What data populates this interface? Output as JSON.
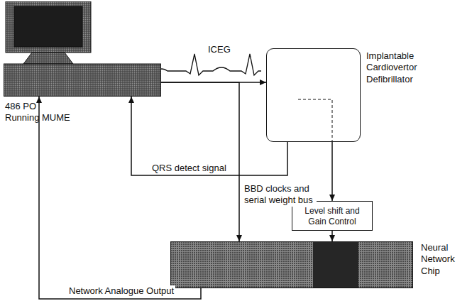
{
  "diagram": {
    "nodes": [
      {
        "text": [
          "486 PO Running MUME"
        ]
      },
      {
        "text": [
          "Implantable Cardiovertor Defibrillator"
        ]
      },
      {
        "text": [
          "Level shift and Gain Control"
        ]
      },
      {
        "text": [
          "Neural Network Chip"
        ]
      }
    ],
    "edges": [
      {
        "from": 0,
        "to": 1,
        "label": "ICEG",
        "arrow": "to"
      },
      {
        "from": 1,
        "to": 0,
        "label": "QRS detect signal",
        "arrow": "to"
      },
      {
        "from": 0,
        "to": 3,
        "label": "BBD clocks and serial weight bus",
        "arrow": "to"
      },
      {
        "from": 1,
        "to": 2,
        "arrow": "to"
      },
      {
        "from": 2,
        "to": 3,
        "arrow": "to"
      },
      {
        "from": 3,
        "to": 0,
        "label": "Network Analogue Output",
        "arrow": "to"
      }
    ]
  }
}
